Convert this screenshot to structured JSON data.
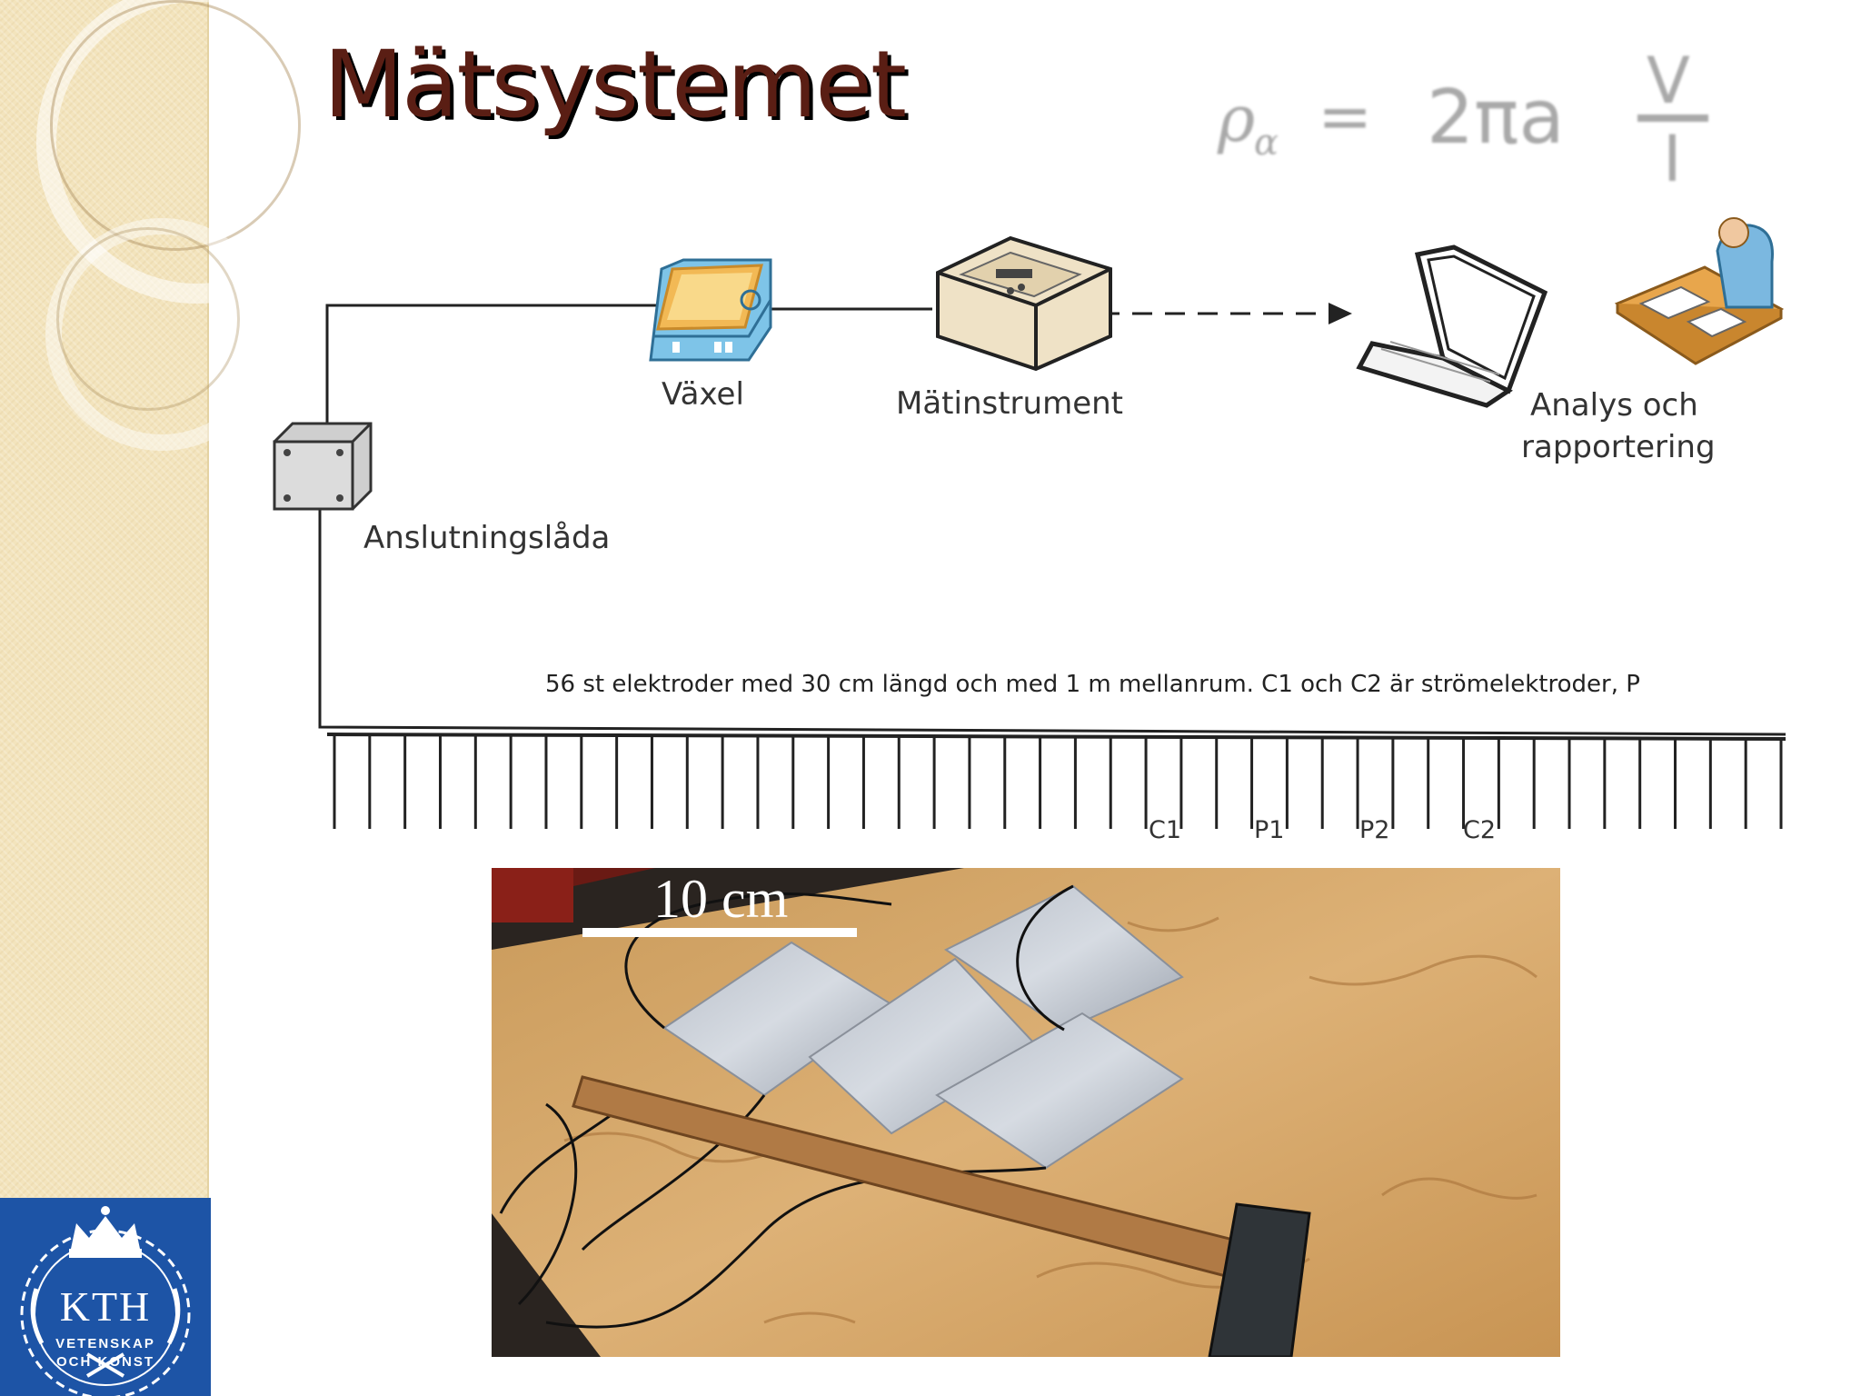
{
  "slide": {
    "title": "Mätsystemet"
  },
  "formula": {
    "lhs_symbol": "ρ",
    "lhs_subscript": "α",
    "equals": "=",
    "rhs": "2πa",
    "numerator": "V",
    "denominator": "I"
  },
  "diagram": {
    "labels": {
      "junction_box": "Anslutningslåda",
      "switch": "Växel",
      "instrument": "Mätinstrument",
      "analysis_line1": "Analys och",
      "analysis_line2": "rapportering"
    },
    "caption": "56 st elektroder med 30 cm längd och med 1 m mellanrum. C1 och C2 är strömelektroder, P",
    "electrode_labels": [
      "C1",
      "P1",
      "P2",
      "C2"
    ]
  },
  "photo": {
    "scale_label": "10 cm"
  },
  "logo": {
    "name": "KTH",
    "line1": "VETENSKAP",
    "line2": "OCH KONST"
  }
}
